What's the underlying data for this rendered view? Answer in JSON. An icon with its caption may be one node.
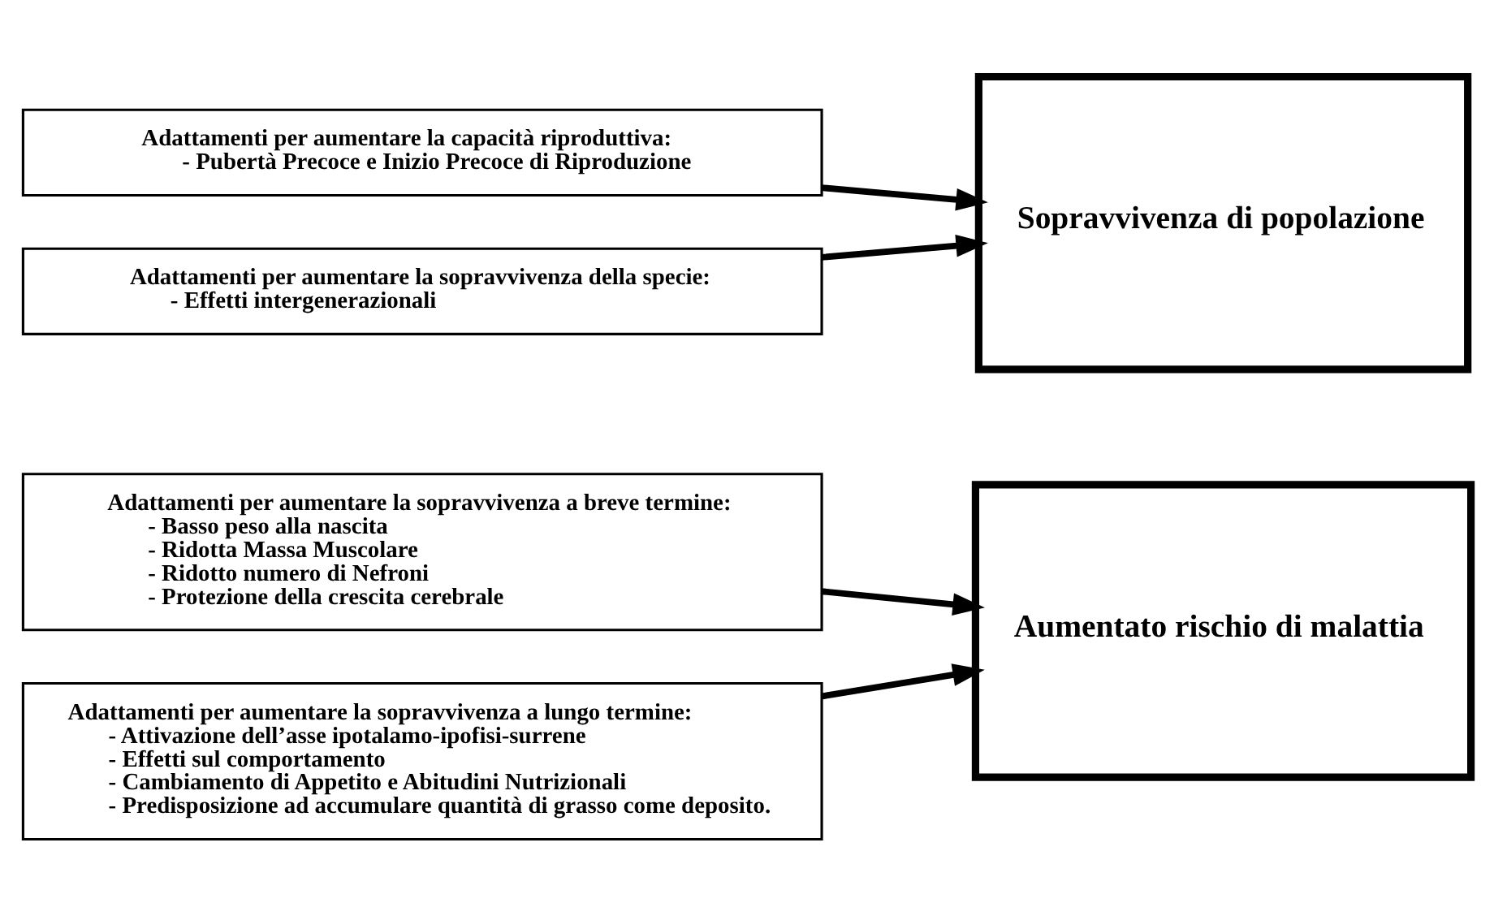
{
  "diagram": {
    "nodes": [
      {
        "text": [
          "Adattamenti per aumentare la sopravvivenza a breve termine:",
          "- Basso peso alla nascita",
          "- Ridotta Massa Muscolare",
          "- Ridotto numero di Nefroni",
          "- Protezione della crescita cerebrale"
        ]
      },
      {
        "text": [
          "Adattamenti per aumentare la sopravvivenza a lungo termine:",
          "- Attivazione dell’asse ipotalamo-ipofisi-surrene",
          "- Effetti sul comportamento",
          "- Cambiamento di Appetito e Abitudini Nutrizionali",
          "- Predisposizione ad accumulare quantità di grasso come deposito."
        ]
      },
      {
        "text": [
          "Aumentato rischio di malattia"
        ]
      },
      {
        "text": [
          "Adattamenti per aumentare la capacità riproduttiva:",
          "- Pubertà Precoce e Inizio Precoce di Riproduzione"
        ]
      },
      {
        "text": [
          "Adattamenti per aumentare la sopravvivenza della specie:",
          "- Effetti intergenerazionali"
        ]
      },
      {
        "text": [
          "Sopravvivenza di popolazione"
        ]
      }
    ],
    "edges": [
      {
        "from": 0,
        "to": 2,
        "arrow": "to"
      },
      {
        "from": 1,
        "to": 2,
        "arrow": "to"
      },
      {
        "from": 3,
        "to": 5,
        "arrow": "to"
      },
      {
        "from": 4,
        "to": 5,
        "arrow": "to"
      }
    ]
  }
}
